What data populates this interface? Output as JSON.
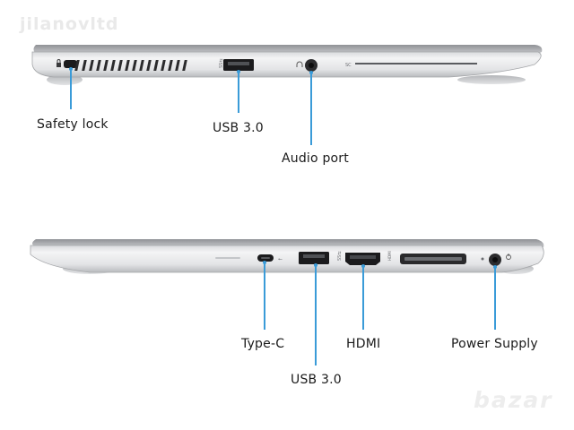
{
  "watermarks": {
    "top": "jilanovltd",
    "bottom": "bazar"
  },
  "top_view": {
    "port_markings": {
      "usb": "SS⇆",
      "sd": "SC"
    },
    "labels": {
      "safety_lock": "Safety lock",
      "usb": "USB 3.0",
      "audio": "Audio port"
    }
  },
  "bottom_view": {
    "port_markings": {
      "usb": "SS⇆",
      "hdmi": "HDMI"
    },
    "labels": {
      "type_c": "Type-C",
      "usb": "USB 3.0",
      "hdmi": "HDMI",
      "power": "Power Supply"
    }
  },
  "colors": {
    "callout_line": "#3a9bd8",
    "chassis_light": "#e9eaec",
    "chassis_dark": "#a9abae",
    "port_black": "#1b1b1d"
  }
}
